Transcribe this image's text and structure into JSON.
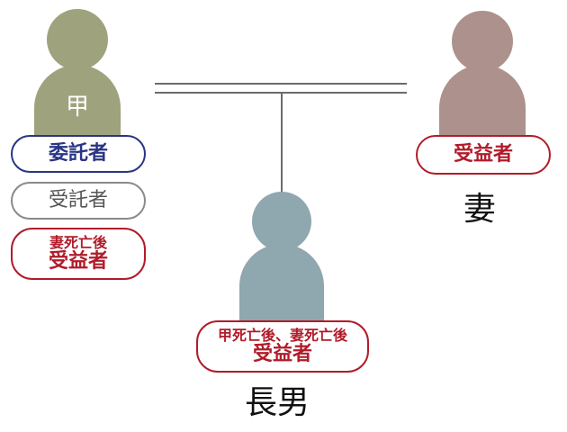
{
  "colors": {
    "settlor_person": "#9ea37d",
    "wife_person": "#ad918c",
    "son_person": "#8fa7ae",
    "red_accent": "#b11c2a",
    "navy_accent": "#293584",
    "gray_accent": "#8a8a8a",
    "relation_line": "#6b6b6b"
  },
  "settlor": {
    "figure_label": "甲",
    "roles": {
      "settlor_role": "委託者",
      "trustee_role": "受託者",
      "beneficiary_condition": "妻死亡後",
      "beneficiary_role": "受益者"
    }
  },
  "wife": {
    "role": "受益者",
    "name": "妻"
  },
  "son": {
    "condition": "甲死亡後、妻死亡後",
    "role": "受益者",
    "name": "長男"
  }
}
